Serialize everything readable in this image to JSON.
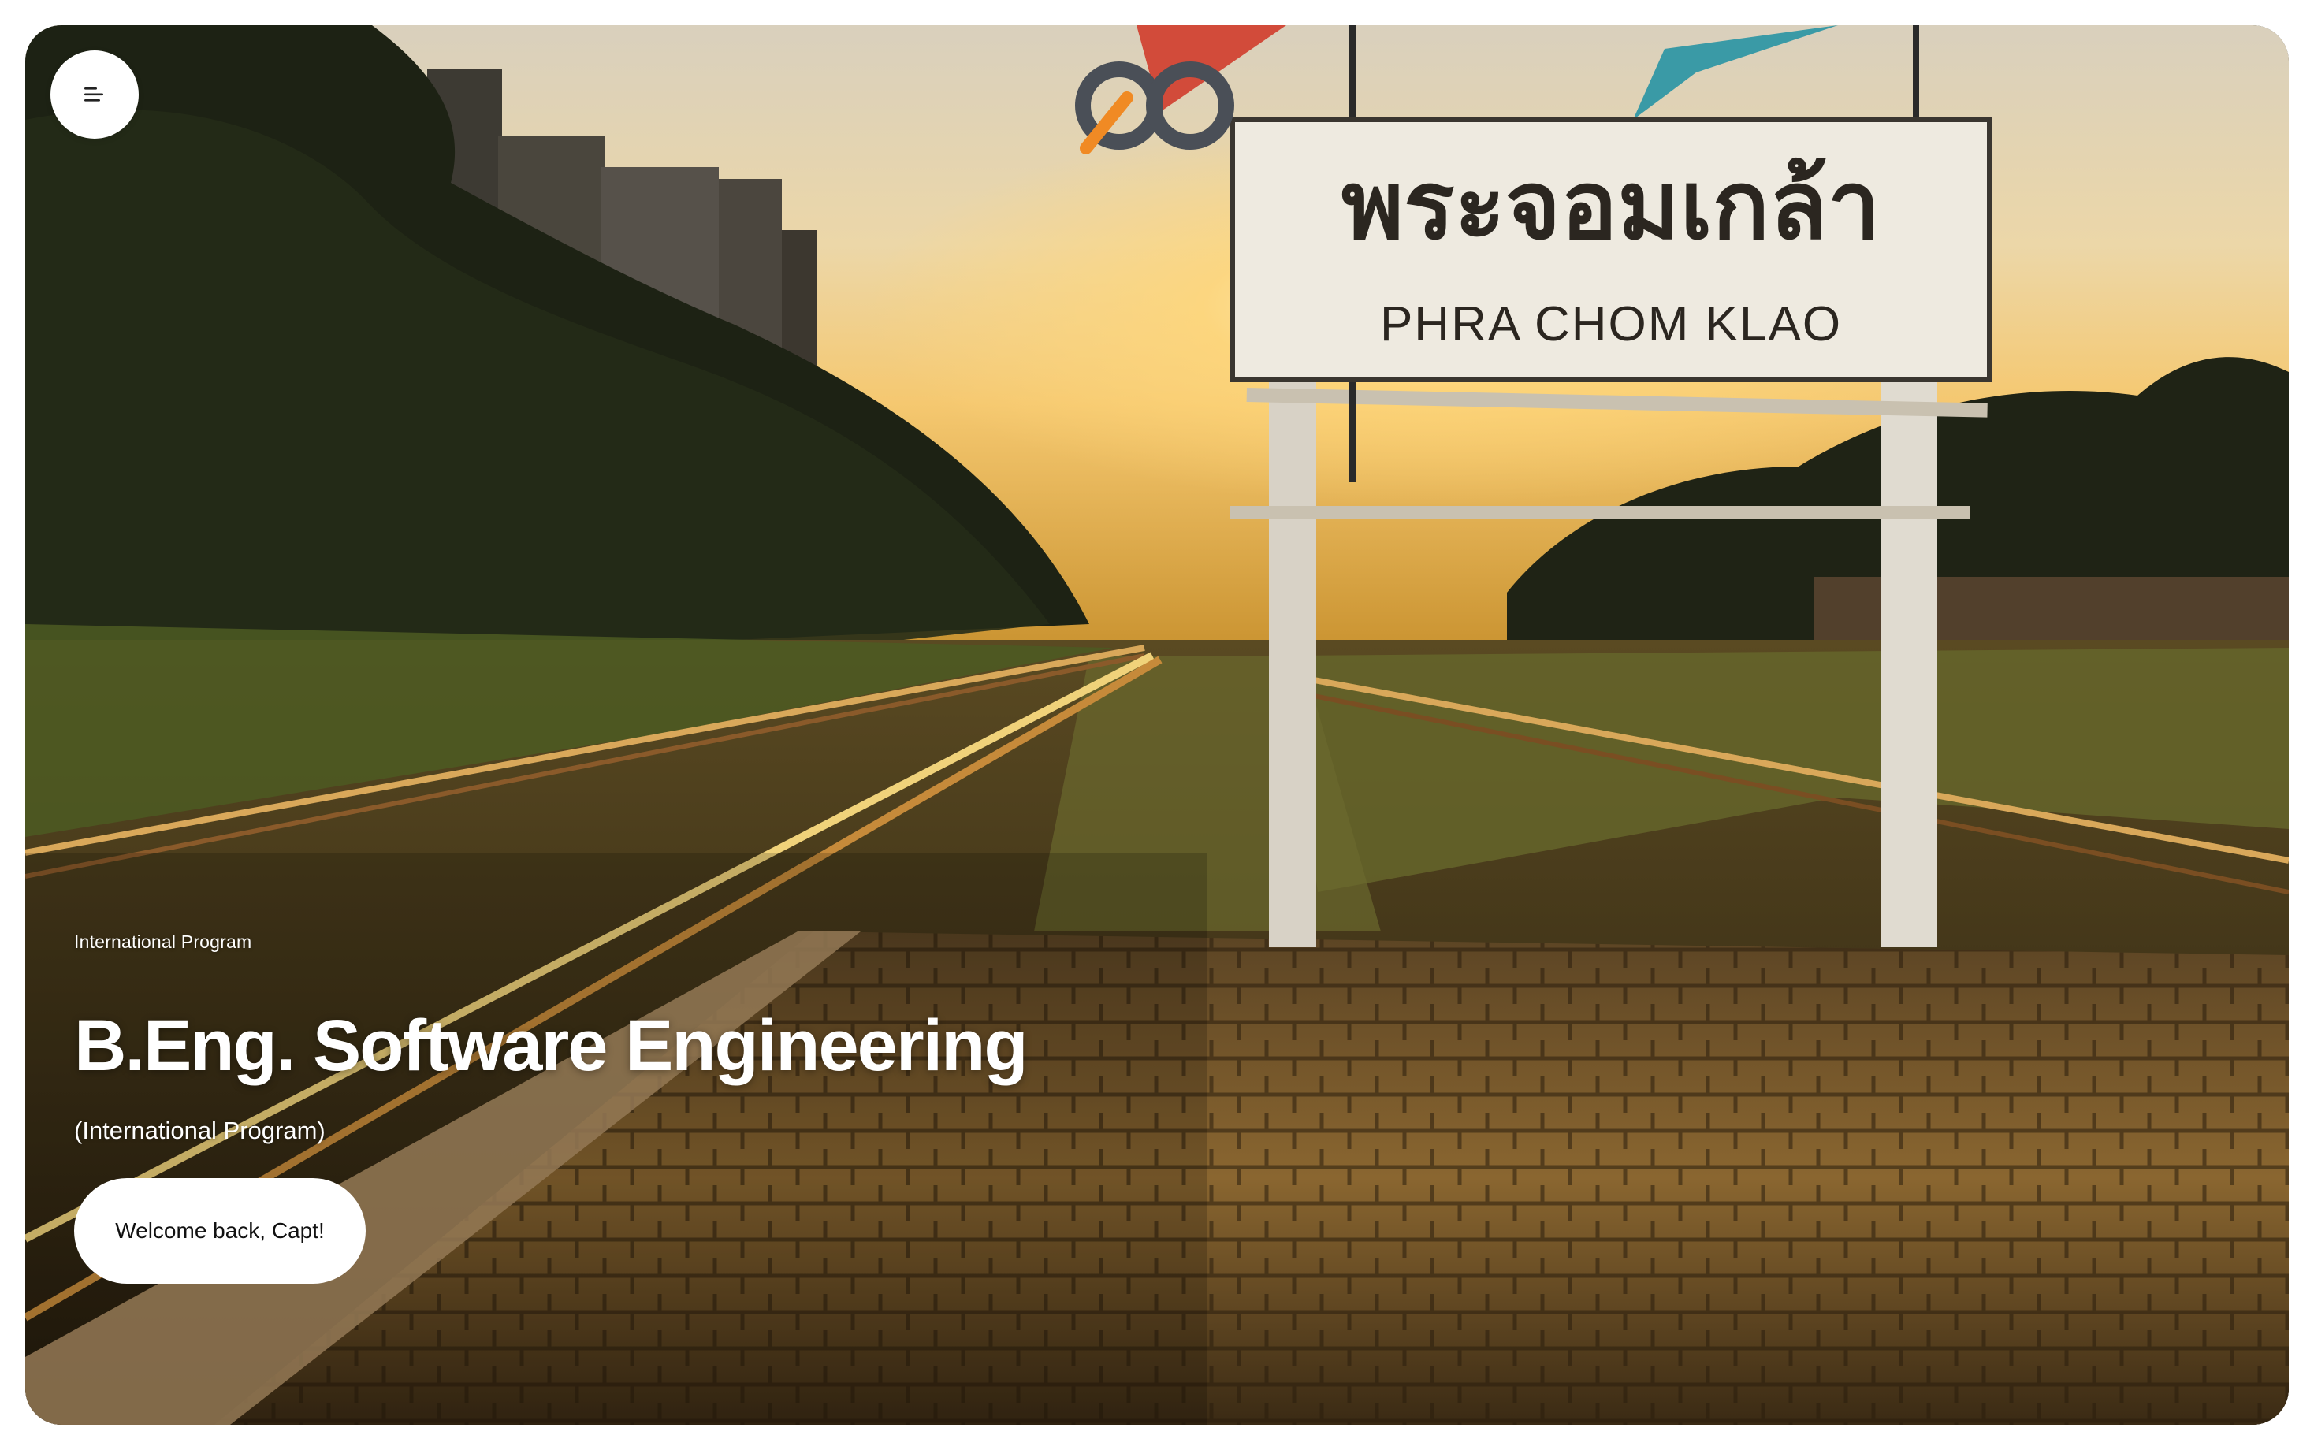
{
  "hero": {
    "eyebrow": "International Program",
    "title": "B.Eng. Software Engineering",
    "subtitle": "(International Program)",
    "cta_label": "Welcome back, Capt!"
  },
  "sign": {
    "thai_text": "พระจอมเกล้า",
    "latin_text": "PHRA CHOM KLAO"
  },
  "icons": {
    "menu": "menu-icon",
    "logo": "brand-logo"
  },
  "colors": {
    "logo_gray": "#4a4f57",
    "logo_accent": "#f08a24",
    "button_bg": "#ffffff",
    "text_on_image": "#ffffff"
  }
}
